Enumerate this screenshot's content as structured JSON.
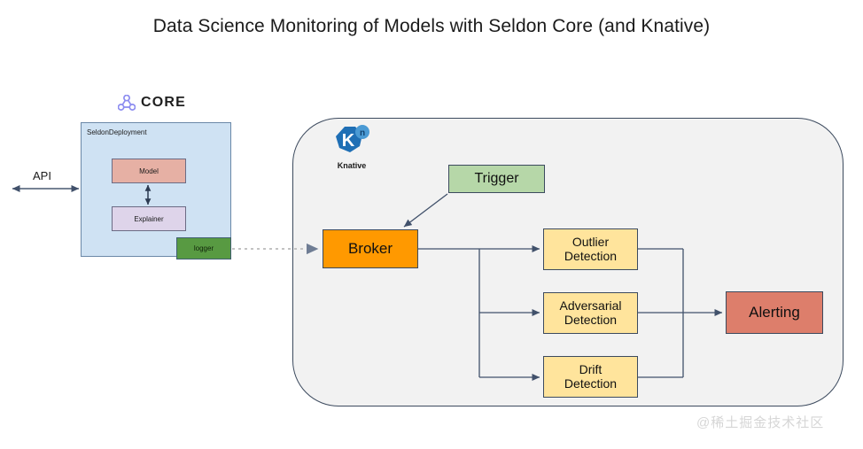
{
  "title": "Data Science Monitoring of Models with Seldon Core (and Knative)",
  "seldon": {
    "wordmark": "CORE",
    "icon": "seldon-trefoil-icon",
    "deployment_label": "SeldonDeployment",
    "model_label": "Model",
    "explainer_label": "Explainer",
    "logger_label": "logger"
  },
  "api": {
    "label": "API"
  },
  "knative": {
    "logo_letter": "K",
    "logo_badge": "n",
    "logo_label": "Knative"
  },
  "flow": {
    "trigger": "Trigger",
    "broker": "Broker",
    "outlier": "Outlier\nDetection",
    "outlier_line1": "Outlier",
    "outlier_line2": "Detection",
    "adversarial_line1": "Adversarial",
    "adversarial_line2": "Detection",
    "drift_line1": "Drift",
    "drift_line2": "Detection",
    "alerting": "Alerting"
  },
  "colors": {
    "deployment_fill": "#cfe2f3",
    "model_fill": "#e6b0a4",
    "explainer_fill": "#ded4ea",
    "logger_fill": "#589a42",
    "trigger_fill": "#b6d7a8",
    "broker_fill": "#ff9900",
    "detection_fill": "#ffe49c",
    "alerting_fill": "#dd7e6b",
    "container_fill": "#f2f2f2",
    "stroke": "#3c4a5e",
    "knative_blue": "#1f6fb5",
    "seldon_periwinkle": "#8c8cf0"
  },
  "watermark": "@稀土掘金技术社区"
}
